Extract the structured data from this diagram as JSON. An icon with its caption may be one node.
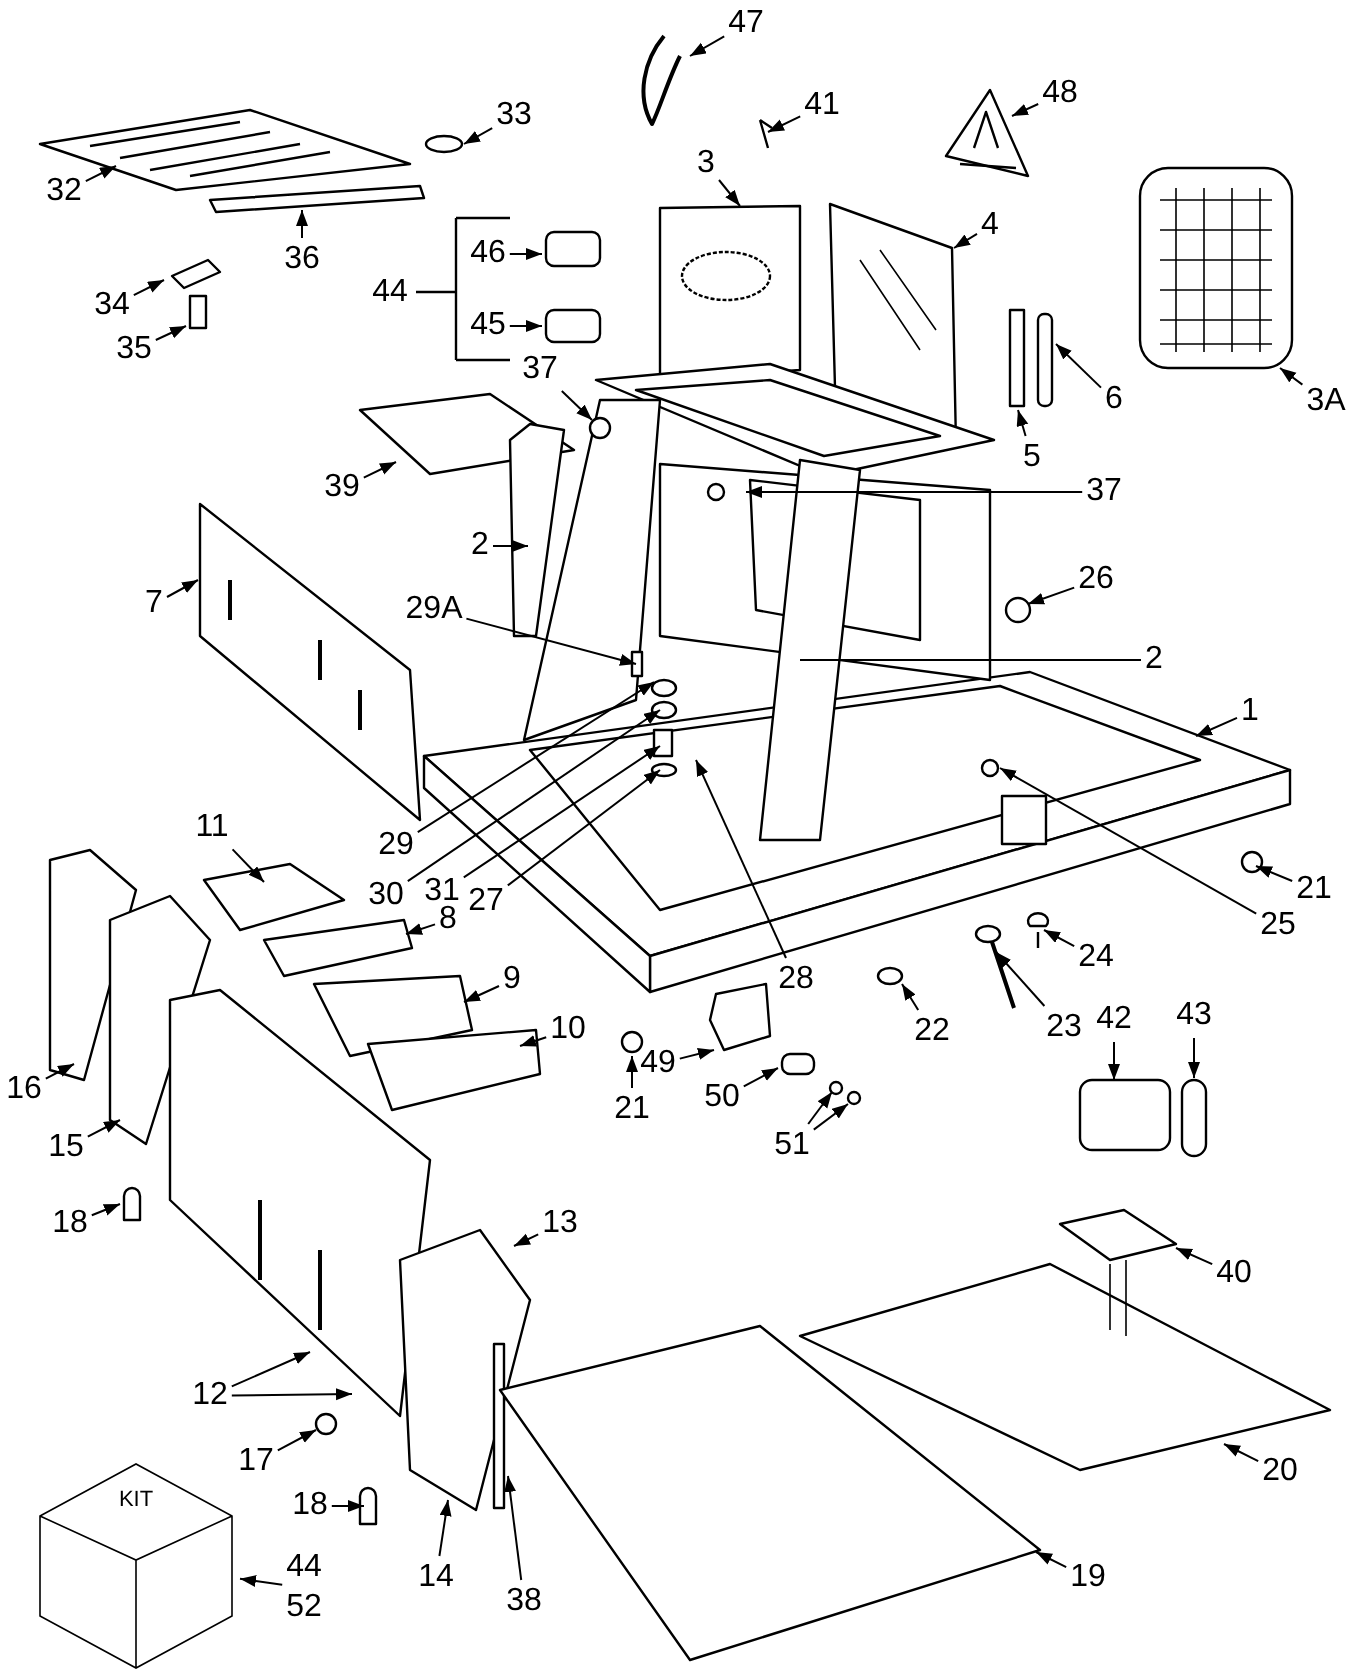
{
  "diagram": {
    "nodes": [
      {
        "text": [
          "47"
        ]
      },
      {
        "text": [
          "41"
        ]
      },
      {
        "text": [
          "48"
        ]
      },
      {
        "text": [
          "33"
        ]
      },
      {
        "text": [
          "3"
        ]
      },
      {
        "text": [
          "32"
        ]
      },
      {
        "text": [
          "4"
        ]
      },
      {
        "text": [
          "46"
        ]
      },
      {
        "text": [
          "36"
        ]
      },
      {
        "text": [
          "34"
        ]
      },
      {
        "text": [
          "45"
        ]
      },
      {
        "text": [
          "35"
        ]
      },
      {
        "text": [
          "37"
        ]
      },
      {
        "text": [
          "3A"
        ]
      },
      {
        "text": [
          "6"
        ]
      },
      {
        "text": [
          "5"
        ]
      },
      {
        "text": [
          "39"
        ]
      },
      {
        "text": [
          "37"
        ]
      },
      {
        "text": [
          "2"
        ]
      },
      {
        "text": [
          "26"
        ]
      },
      {
        "text": [
          "7"
        ]
      },
      {
        "text": [
          "29A"
        ]
      },
      {
        "text": [
          "2"
        ]
      },
      {
        "text": [
          "1"
        ]
      },
      {
        "text": [
          "11"
        ]
      },
      {
        "text": [
          "29"
        ]
      },
      {
        "text": [
          "21"
        ]
      },
      {
        "text": [
          "30"
        ]
      },
      {
        "text": [
          "31"
        ]
      },
      {
        "text": [
          "27"
        ]
      },
      {
        "text": [
          "25"
        ]
      },
      {
        "text": [
          "8"
        ]
      },
      {
        "text": [
          "24"
        ]
      },
      {
        "text": [
          "9"
        ]
      },
      {
        "text": [
          "22"
        ]
      },
      {
        "text": [
          "28"
        ]
      },
      {
        "text": [
          "23"
        ]
      },
      {
        "text": [
          "10"
        ]
      },
      {
        "text": [
          "43"
        ]
      },
      {
        "text": [
          "42"
        ]
      },
      {
        "text": [
          "49"
        ]
      },
      {
        "text": [
          "16"
        ]
      },
      {
        "text": [
          "50"
        ]
      },
      {
        "text": [
          "21"
        ]
      },
      {
        "text": [
          "51"
        ]
      },
      {
        "text": [
          "15"
        ]
      },
      {
        "text": [
          "18"
        ]
      },
      {
        "text": [
          "13"
        ]
      },
      {
        "text": [
          "40"
        ]
      },
      {
        "text": [
          "12"
        ]
      },
      {
        "text": [
          "17"
        ]
      },
      {
        "text": [
          "20"
        ]
      },
      {
        "text": [
          "18"
        ]
      },
      {
        "text": [
          "KIT"
        ]
      },
      {
        "text": [
          "44",
          "52"
        ]
      },
      {
        "text": [
          "14"
        ]
      },
      {
        "text": [
          "19"
        ]
      },
      {
        "text": [
          "38"
        ]
      }
    ],
    "edges": [
      {
        "from": 0,
        "to": null,
        "arrow": "to"
      },
      {
        "from": 1,
        "to": null,
        "arrow": "to"
      },
      {
        "from": 2,
        "to": null,
        "arrow": "to"
      },
      {
        "from": 3,
        "to": null,
        "arrow": "to"
      },
      {
        "from": 4,
        "to": null,
        "arrow": "to"
      },
      {
        "from": 5,
        "to": null,
        "arrow": "to"
      },
      {
        "from": 6,
        "to": null,
        "arrow": "to"
      },
      {
        "from": 7,
        "to": null,
        "arrow": "to"
      },
      {
        "from": 8,
        "to": null,
        "arrow": "to"
      },
      {
        "from": 9,
        "to": null,
        "arrow": "to"
      },
      {
        "from": 10,
        "to": null,
        "arrow": "to"
      },
      {
        "from": 11,
        "to": null,
        "arrow": "to"
      },
      {
        "from": 12,
        "to": null,
        "arrow": "to"
      },
      {
        "from": 13,
        "to": null,
        "arrow": "to"
      },
      {
        "from": 14,
        "to": null,
        "arrow": "to"
      },
      {
        "from": 15,
        "to": null,
        "arrow": "to"
      },
      {
        "from": 16,
        "to": null,
        "arrow": "to"
      },
      {
        "from": 17,
        "to": null,
        "arrow": "to"
      },
      {
        "from": 18,
        "to": null,
        "arrow": "to"
      },
      {
        "from": 19,
        "to": null,
        "arrow": "to"
      },
      {
        "from": 20,
        "to": null,
        "arrow": "to"
      },
      {
        "from": 21,
        "to": null,
        "arrow": "to"
      },
      {
        "from": 22,
        "to": null,
        "arrow": "none"
      },
      {
        "from": 23,
        "to": null,
        "arrow": "to"
      },
      {
        "from": 24,
        "to": null,
        "arrow": "to"
      },
      {
        "from": 25,
        "to": null,
        "arrow": "to"
      },
      {
        "from": 26,
        "to": null,
        "arrow": "to"
      },
      {
        "from": 27,
        "to": null,
        "arrow": "to"
      },
      {
        "from": 28,
        "to": null,
        "arrow": "to"
      },
      {
        "from": 29,
        "to": null,
        "arrow": "to"
      },
      {
        "from": 30,
        "to": null,
        "arrow": "to"
      },
      {
        "from": 31,
        "to": null,
        "arrow": "to"
      },
      {
        "from": 32,
        "to": null,
        "arrow": "to"
      },
      {
        "from": 33,
        "to": null,
        "arrow": "to"
      },
      {
        "from": 34,
        "to": null,
        "arrow": "to"
      },
      {
        "from": 35,
        "to": null,
        "arrow": "to"
      },
      {
        "from": 36,
        "to": null,
        "arrow": "to"
      },
      {
        "from": 37,
        "to": null,
        "arrow": "to"
      },
      {
        "from": 38,
        "to": null,
        "arrow": "to"
      },
      {
        "from": 39,
        "to": null,
        "arrow": "to"
      },
      {
        "from": 40,
        "to": null,
        "arrow": "to"
      },
      {
        "from": 41,
        "to": null,
        "arrow": "to"
      },
      {
        "from": 42,
        "to": null,
        "arrow": "to"
      },
      {
        "from": 43,
        "to": null,
        "arrow": "to"
      },
      {
        "from": 44,
        "to": null,
        "arrow": "to"
      },
      {
        "from": 44,
        "to": null,
        "arrow": "to"
      },
      {
        "from": 45,
        "to": null,
        "arrow": "to"
      },
      {
        "from": 46,
        "to": null,
        "arrow": "to"
      },
      {
        "from": 47,
        "to": null,
        "arrow": "to"
      },
      {
        "from": 48,
        "to": null,
        "arrow": "to"
      },
      {
        "from": 49,
        "to": null,
        "arrow": "to"
      },
      {
        "from": 49,
        "to": null,
        "arrow": "to"
      },
      {
        "from": 50,
        "to": null,
        "arrow": "to"
      },
      {
        "from": 51,
        "to": null,
        "arrow": "to"
      },
      {
        "from": 52,
        "to": null,
        "arrow": "to"
      },
      {
        "from": 54,
        "to": 53,
        "arrow": "to"
      },
      {
        "from": 55,
        "to": null,
        "arrow": "to"
      },
      {
        "from": 56,
        "to": null,
        "arrow": "to"
      },
      {
        "from": 57,
        "to": null,
        "arrow": "to"
      }
    ],
    "labels": [
      "44"
    ]
  }
}
